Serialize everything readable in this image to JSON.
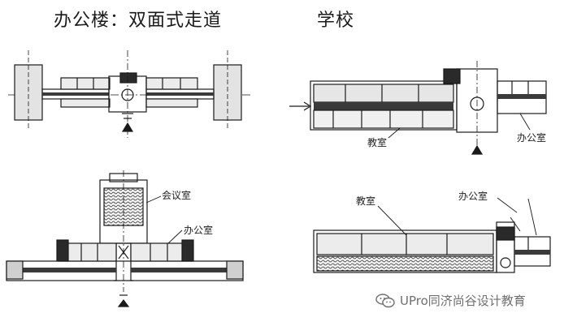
{
  "titles": {
    "office": "办公楼：双面式走道",
    "school": "学校"
  },
  "labels": {
    "meeting_room": "会议室",
    "office_small": "办公室",
    "classroom_top": "教室",
    "office_top": "办公室",
    "classroom_bottom": "教室",
    "office_bottom": "办公室"
  },
  "watermark": {
    "text": "UPro同济尚谷设计教育",
    "icon": "wechat-icon"
  },
  "colors": {
    "ink": "#1a1a1a",
    "fill_gray": "#d9d9d9",
    "corridor_dark": "#3a3a3a",
    "watermark": "#6f6f6f"
  }
}
